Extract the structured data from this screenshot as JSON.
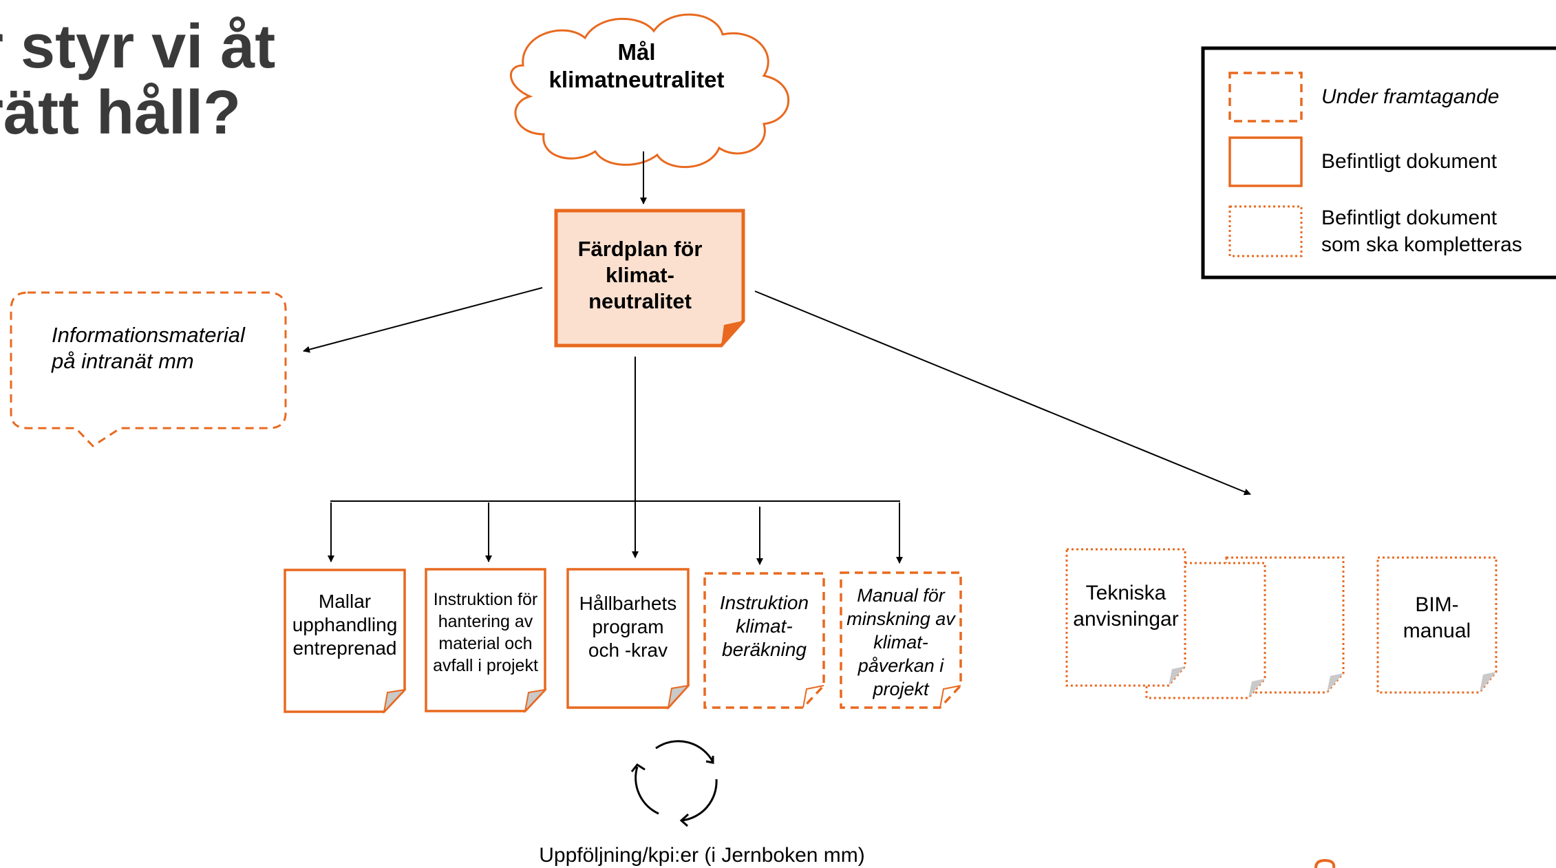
{
  "title": {
    "line1": "r styr vi åt",
    "line2": "rätt håll?"
  },
  "cloud": {
    "line1": "Mål",
    "line2": "klimatneutralitet"
  },
  "roadmap": {
    "line1": "Färdplan för",
    "line2": "klimat-",
    "line3": "neutralitet"
  },
  "info_bubble": {
    "line1": "Informationsmaterial",
    "line2": "på intranät mm"
  },
  "legend": {
    "items": [
      {
        "label_line1": "Under framtagande",
        "label_line2": ""
      },
      {
        "label_line1": "Befintligt dokument",
        "label_line2": ""
      },
      {
        "label_line1": "Befintligt dokument",
        "label_line2": "som ska kompletteras"
      }
    ]
  },
  "documents": [
    {
      "lines": [
        "Mallar",
        "upphandling",
        "entreprenad"
      ],
      "status": "existing"
    },
    {
      "lines": [
        "Instruktion för",
        "hantering av",
        "material och",
        "avfall i projekt"
      ],
      "status": "existing"
    },
    {
      "lines": [
        "Hållbarhets",
        "program",
        "och -krav"
      ],
      "status": "existing"
    },
    {
      "lines": [
        "Instruktion",
        "klimat-",
        "beräkning"
      ],
      "status": "in-progress"
    },
    {
      "lines": [
        "Manual för",
        "minskning av",
        "klimat-",
        "påverkan i",
        "projekt"
      ],
      "status": "in-progress"
    }
  ],
  "tech_docs": {
    "line1": "Tekniska",
    "line2": "anvisningar"
  },
  "bim": {
    "line1": "BIM-",
    "line2": "manual"
  },
  "followup": "Uppföljning/kpi:er (i Jernboken mm)",
  "colors": {
    "accent": "#E8691F",
    "accent_fill": "#FBE0CF",
    "title": "#3a3a3a",
    "fold": "#C9C9C9"
  }
}
